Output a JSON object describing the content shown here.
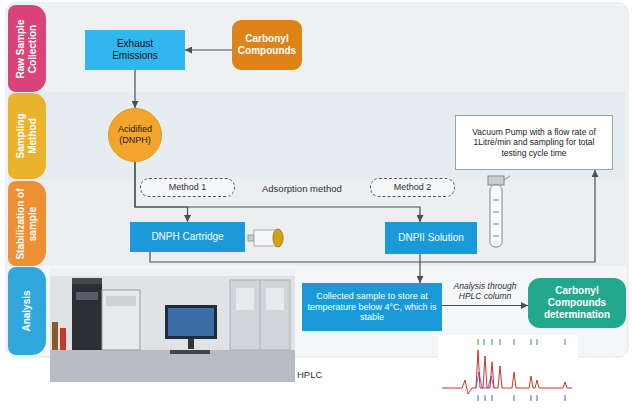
{
  "diagram": {
    "nodes": [
      {
        "text": [
          "Raw Sample Collection"
        ]
      },
      {
        "text": [
          "Exhaust Emissions"
        ]
      },
      {
        "text": [
          "Carbonyl Compounds"
        ]
      },
      {
        "text": [
          "Sampling Method"
        ]
      },
      {
        "text": [
          "Acidified (DNPH)"
        ]
      },
      {
        "text": [
          "Vacuum Pump with a flow rate of 1Litre/min and sampling for total testing cycle time"
        ]
      },
      {
        "text": [
          "Stabilization of sample"
        ]
      },
      {
        "text": [
          "Method 1"
        ]
      },
      {
        "text": [
          "Method 2"
        ]
      },
      {
        "text": [
          "DNPH Cartridge"
        ]
      },
      {
        "text": [
          "DNPII Solution"
        ]
      },
      {
        "text": [
          "Analysis"
        ]
      },
      {
        "text": [
          "Collected sample to store at temperature below 4°C, which is stable"
        ]
      },
      {
        "text": [
          "Carbonyl Compounds determination"
        ]
      }
    ],
    "edges": [
      {
        "from": 2,
        "to": 1,
        "arrow": "to"
      },
      {
        "from": 1,
        "to": 4,
        "arrow": "to"
      },
      {
        "from": 4,
        "to": 9,
        "arrow": "to"
      },
      {
        "from": 4,
        "to": 10,
        "arrow": "to"
      },
      {
        "from": 9,
        "to": 5,
        "arrow": "to"
      },
      {
        "from": 10,
        "to": 12,
        "arrow": "to"
      },
      {
        "from": 12,
        "to": 13,
        "label": "Analysis through HPLC column",
        "arrow": "to"
      }
    ],
    "labels": [
      "Adsorption method",
      "HPLC"
    ]
  }
}
